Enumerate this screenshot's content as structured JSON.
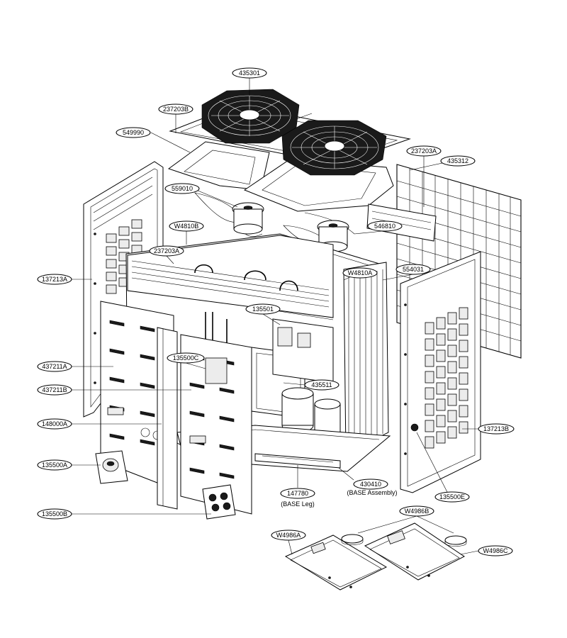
{
  "parts": {
    "p435301": "435301",
    "p237203B": "237203B",
    "p549990": "549990",
    "p237203A_top": "237203A",
    "p435312": "435312",
    "p559010": "559010",
    "pW4810B": "W4810B",
    "p546810": "546810",
    "p237203A_mid": "237203A",
    "p554031": "554031",
    "pW4810A": "W4810A",
    "p137213A": "137213A",
    "p135501": "135501",
    "p135500C": "135500C",
    "p437211A": "437211A",
    "p435511": "435511",
    "p437211B": "437211B",
    "p148000A": "148000A",
    "p137213B": "137213B",
    "p135500A": "135500A",
    "p430410": "430410",
    "p147780": "147780",
    "p135500E": "135500E",
    "p135500B": "135500B",
    "pW4986B": "W4986B",
    "pW4986A": "W4986A",
    "pW4986C": "W4986C"
  },
  "captions": {
    "base_assembly": "(BASE Assembly)",
    "base_leg": "(BASE Leg)"
  }
}
